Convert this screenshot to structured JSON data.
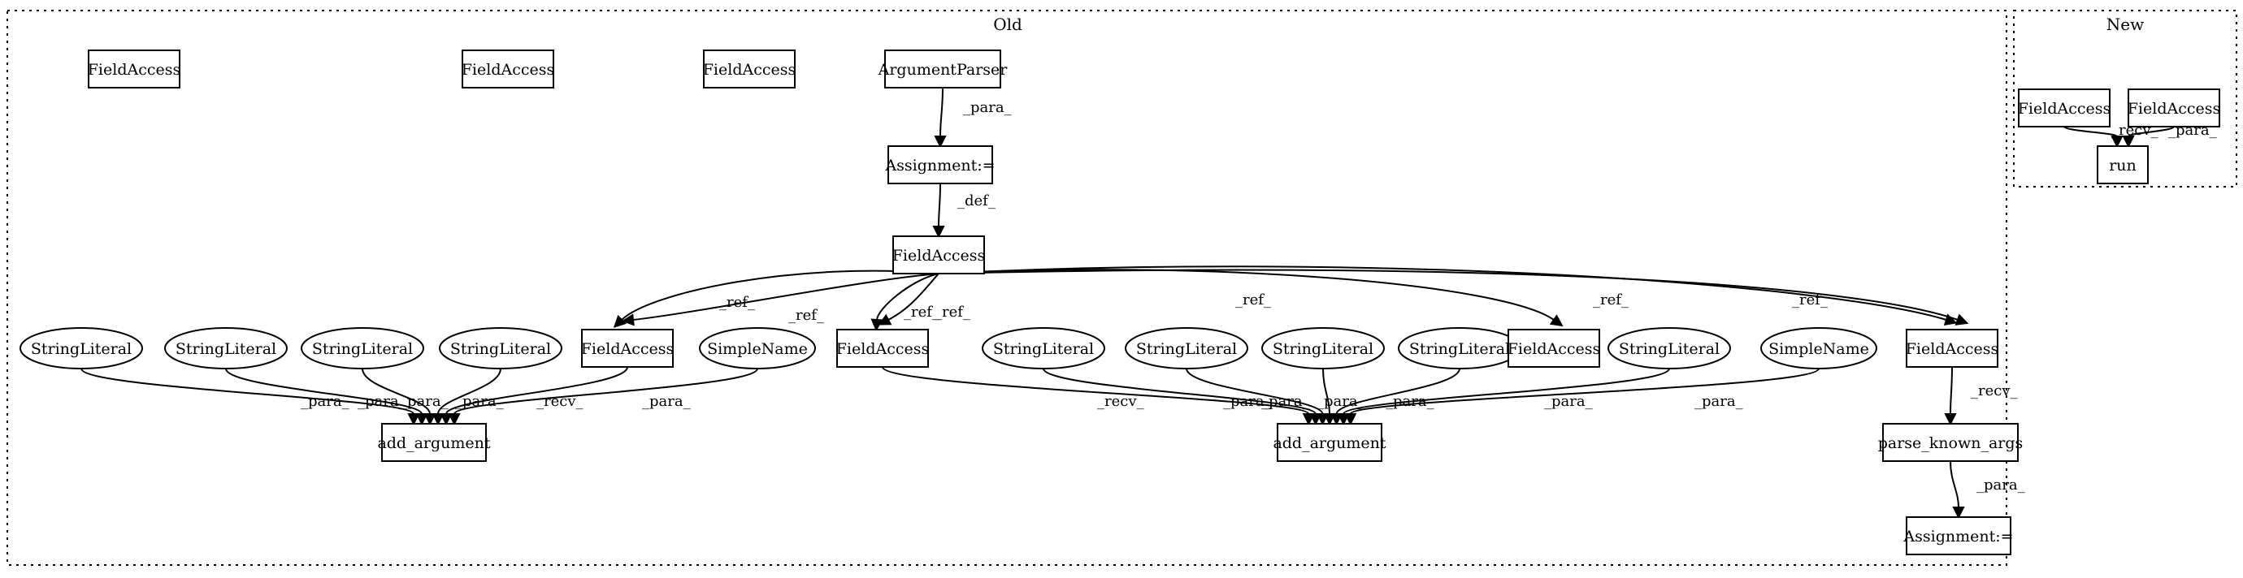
{
  "clusters": [
    {
      "id": "old",
      "label": "Old"
    },
    {
      "id": "new",
      "label": "New"
    }
  ],
  "nodes": [
    {
      "id": "fa1",
      "label": "FieldAccess",
      "shape": "box"
    },
    {
      "id": "fa2",
      "label": "FieldAccess",
      "shape": "box"
    },
    {
      "id": "fa3",
      "label": "FieldAccess",
      "shape": "box"
    },
    {
      "id": "ap",
      "label": "ArgumentParser",
      "shape": "box"
    },
    {
      "id": "as1",
      "label": "Assignment:=",
      "shape": "box"
    },
    {
      "id": "faH",
      "label": "FieldAccess",
      "shape": "box"
    },
    {
      "id": "sl1",
      "label": "StringLiteral",
      "shape": "ellipse"
    },
    {
      "id": "sl2",
      "label": "StringLiteral",
      "shape": "ellipse"
    },
    {
      "id": "sl3",
      "label": "StringLiteral",
      "shape": "ellipse"
    },
    {
      "id": "sl4",
      "label": "StringLiteral",
      "shape": "ellipse"
    },
    {
      "id": "faA",
      "label": "FieldAccess",
      "shape": "box"
    },
    {
      "id": "sn1",
      "label": "SimpleName",
      "shape": "ellipse"
    },
    {
      "id": "faB",
      "label": "FieldAccess",
      "shape": "box"
    },
    {
      "id": "sl5",
      "label": "StringLiteral",
      "shape": "ellipse"
    },
    {
      "id": "sl6",
      "label": "StringLiteral",
      "shape": "ellipse"
    },
    {
      "id": "sl7",
      "label": "StringLiteral",
      "shape": "ellipse"
    },
    {
      "id": "sl8",
      "label": "StringLiteral",
      "shape": "ellipse"
    },
    {
      "id": "faC",
      "label": "FieldAccess",
      "shape": "box"
    },
    {
      "id": "sl9",
      "label": "StringLiteral",
      "shape": "ellipse"
    },
    {
      "id": "sn2",
      "label": "SimpleName",
      "shape": "ellipse"
    },
    {
      "id": "faD",
      "label": "FieldAccess",
      "shape": "box"
    },
    {
      "id": "add1",
      "label": "add_argument",
      "shape": "box"
    },
    {
      "id": "add2",
      "label": "add_argument",
      "shape": "box"
    },
    {
      "id": "pka",
      "label": "parse_known_args",
      "shape": "box"
    },
    {
      "id": "as2",
      "label": "Assignment:=",
      "shape": "box"
    },
    {
      "id": "nfa1",
      "label": "FieldAccess",
      "shape": "box"
    },
    {
      "id": "nfa2",
      "label": "FieldAccess",
      "shape": "box"
    },
    {
      "id": "run",
      "label": "run",
      "shape": "box"
    }
  ],
  "edges": [
    {
      "from": "ap",
      "to": "as1",
      "label": "_para_"
    },
    {
      "from": "as1",
      "to": "faH",
      "label": "_def_"
    },
    {
      "from": "faH",
      "to": "faA",
      "label": "_ref_"
    },
    {
      "from": "faH",
      "to": "faA",
      "label": "_ref_"
    },
    {
      "from": "faH",
      "to": "faB",
      "label": "_ref_"
    },
    {
      "from": "faH",
      "to": "faB",
      "label": "_ref_"
    },
    {
      "from": "faH",
      "to": "faC",
      "label": "_ref_"
    },
    {
      "from": "faH",
      "to": "faD",
      "label": "_ref_"
    },
    {
      "from": "faH",
      "to": "faD",
      "label": "_ref_"
    },
    {
      "from": "sl1",
      "to": "add1",
      "label": "_para_"
    },
    {
      "from": "sl2",
      "to": "add1",
      "label": "_para_"
    },
    {
      "from": "sl3",
      "to": "add1",
      "label": "_para_"
    },
    {
      "from": "sl4",
      "to": "add1",
      "label": "_para_"
    },
    {
      "from": "faA",
      "to": "add1",
      "label": "_recv_"
    },
    {
      "from": "sn1",
      "to": "add1",
      "label": "_para_"
    },
    {
      "from": "faB",
      "to": "add2",
      "label": "_recv_"
    },
    {
      "from": "sl5",
      "to": "add2",
      "label": "_para_"
    },
    {
      "from": "sl6",
      "to": "add2",
      "label": "_para_"
    },
    {
      "from": "sl7",
      "to": "add2",
      "label": "_para_"
    },
    {
      "from": "sl8",
      "to": "add2",
      "label": "_para_"
    },
    {
      "from": "sl9",
      "to": "add2",
      "label": "_para_"
    },
    {
      "from": "sn2",
      "to": "add2",
      "label": "_para_"
    },
    {
      "from": "faD",
      "to": "pka",
      "label": "_recv_"
    },
    {
      "from": "pka",
      "to": "as2",
      "label": "_para_"
    },
    {
      "from": "nfa1",
      "to": "run",
      "label": "_recv_"
    },
    {
      "from": "nfa2",
      "to": "run",
      "label": "_para_"
    }
  ]
}
